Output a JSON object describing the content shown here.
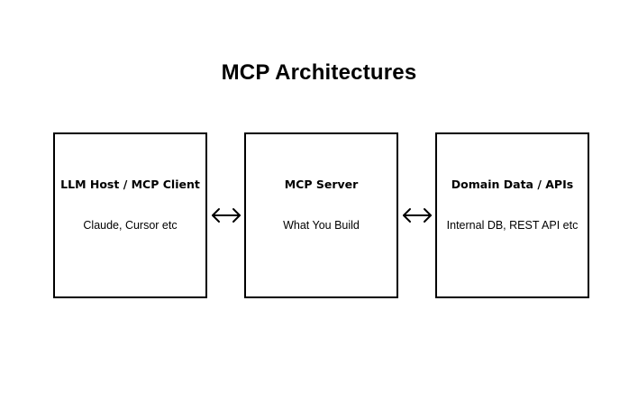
{
  "title": "MCP Architectures",
  "boxes": [
    {
      "title": "LLM Host / MCP Client",
      "subtitle": "Claude, Cursor etc"
    },
    {
      "title": "MCP Server",
      "subtitle": "What You Build"
    },
    {
      "title": "Domain Data / APIs",
      "subtitle": "Internal DB, REST API etc"
    }
  ],
  "arrows": [
    {
      "type": "bidirectional",
      "icon": "double-arrow-icon"
    },
    {
      "type": "bidirectional",
      "icon": "double-arrow-icon"
    }
  ],
  "colors": {
    "background": "#ffffff",
    "stroke": "#000000",
    "text": "#000000"
  }
}
